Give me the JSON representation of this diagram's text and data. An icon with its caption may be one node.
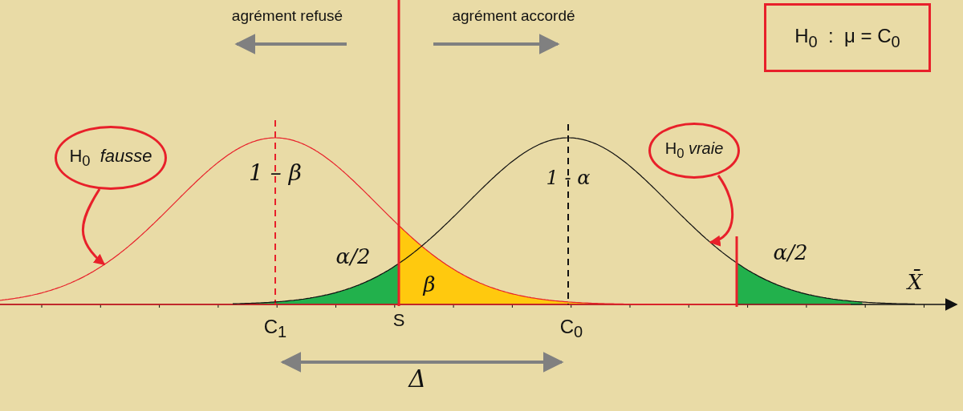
{
  "diagram": {
    "nodes": [
      {
        "text": [
          "H$_{0}$  :  μ = C$_{0}$"
        ]
      },
      {
        "text": [
          "H$_{0}$  *fausse*"
        ]
      },
      {
        "text": [
          "H$_{0}$ *vraie*"
        ]
      }
    ],
    "edges": [
      {
        "from": 1,
        "to": null,
        "arrow": "to"
      },
      {
        "from": 2,
        "to": null,
        "arrow": "to"
      }
    ],
    "labels": [
      "agrément refusé",
      "agrément accordé",
      "1 – β",
      "1 - α",
      "α/2",
      "β",
      "α/2",
      "X̄",
      "C$_{1}$",
      "S",
      "C$_{0}$",
      "Δ"
    ]
  }
}
